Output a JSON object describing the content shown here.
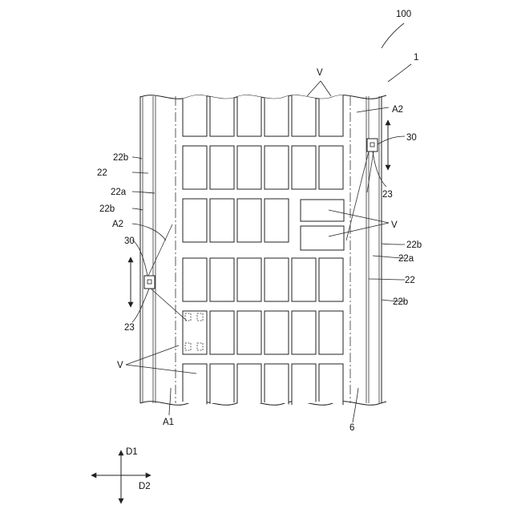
{
  "labels": {
    "system": "100",
    "device": "1",
    "vehicles_top": "V",
    "vehicles_right": "V",
    "vehicles_left": "V",
    "a2_right": "A2",
    "a2_left": "A2",
    "sensor_right": "30",
    "sensor_left": "30",
    "marker_right": "23",
    "marker_left": "23",
    "line_22b_l1": "22b",
    "lane_22_l": "22",
    "line_22a_l": "22a",
    "line_22b_l2": "22b",
    "line_22b_r1": "22b",
    "line_22a_r": "22a",
    "lane_22_r": "22",
    "line_22b_r2": "22b",
    "a1": "A1",
    "aisle": "6",
    "dir_d1": "D1",
    "dir_d2": "D2"
  }
}
